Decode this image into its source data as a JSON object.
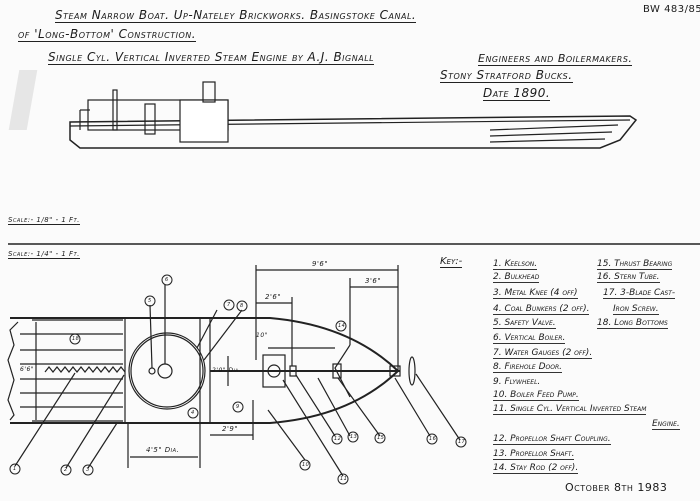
{
  "header": {
    "line1": "Steam Narrow Boat.  Up-Nateley Brickworks.  Basingstoke Canal.",
    "line2": "of 'Long-Bottom' Construction.",
    "line3a": "Single Cyl. Vertical Inverted Steam Engine by A.J. Bignall",
    "line3b": "Engineers and Boilermakers.",
    "line4": "Stony Stratford  Bucks.",
    "line5": "Date 1890.",
    "ref": "BW 483/85"
  },
  "scales": {
    "elevation": "Scale:- 1/8\" - 1 Ft.",
    "plan": "Scale:- 1/4\" - 1 Ft."
  },
  "dimensions": {
    "overall_stern": "9'6\"",
    "stern_tube": "3'6\"",
    "engine": "2'6\"",
    "offset": "10\"",
    "flywheel_dia": "2'0\" Dia.",
    "flywheel_space": "2'9\"",
    "boiler_dia": "4'5\" Dia.",
    "beam": "6'6\""
  },
  "callouts": [
    "1",
    "2",
    "3",
    "4",
    "5",
    "6",
    "7",
    "8",
    "9",
    "10",
    "11",
    "12",
    "13",
    "14",
    "15",
    "16",
    "17",
    "18"
  ],
  "key": {
    "title": "Key:-",
    "items": [
      "1. Keelson.",
      "2. Bulkhead",
      "3. Metal Knee (4 off)",
      "4. Coal Bunkers (2 off).",
      "5. Safety Valve.",
      "6. Vertical Boiler.",
      "7. Water Gauges (2 off).",
      "8. Firehole Door.",
      "9. Flywheel.",
      "10. Boiler Feed Pump.",
      "11. Single Cyl. Vertical Inverted Steam",
      "Engine.",
      "12. Propellor Shaft Coupling.",
      "13. Propellor Shaft.",
      "14. Stay Rod (2 off)."
    ],
    "items_right": [
      "15. Thrust Bearing",
      "16. Stern Tube.",
      "17. 3-Blade Cast-",
      "Iron Screw.",
      "18. Long Bottoms"
    ]
  },
  "footer": {
    "date": "October 8th 1983"
  }
}
